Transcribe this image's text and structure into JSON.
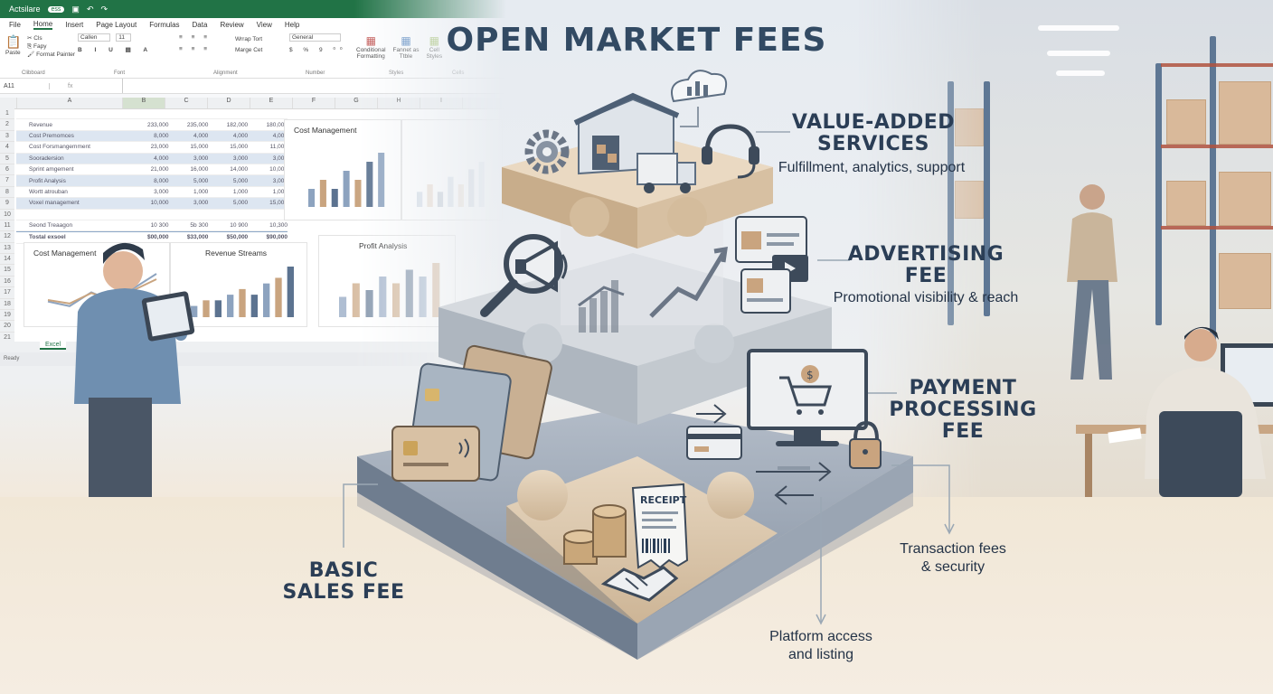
{
  "title": "OPEN MARKET FEES",
  "fees": [
    {
      "id": "value-added",
      "title": "VALUE-ADDED\nSERVICES",
      "desc": "Fulfillment, analytics, support"
    },
    {
      "id": "advertising",
      "title": "ADVERTISING\nFEE",
      "desc": "Promotional visibility & reach"
    },
    {
      "id": "payment",
      "title": "PAYMENT\nPROCESSING\nFEE",
      "desc": "Transaction fees\n& security"
    },
    {
      "id": "basic",
      "title": "BASIC\nSALES FEE",
      "desc": "Platform access\nand listing"
    }
  ],
  "receipt_label": "RECEIPT",
  "excel": {
    "app_label": "Actsilare",
    "toggle": "ess",
    "tabs": [
      "File",
      "Home",
      "Insert",
      "Page Layout",
      "Formulas",
      "Data",
      "Review",
      "View",
      "Help"
    ],
    "active_tab": "Home",
    "ribbon": {
      "paste": "Paste",
      "cut": "Cls",
      "copy": "Fapy",
      "format_painter": "Format Painter",
      "clipboard": "Clibboard",
      "font_name": "Callen",
      "font_size": "11",
      "font": "Font",
      "wrap": "Wrrap Tort",
      "merge": "Marge Cet",
      "alignment": "Alignment",
      "number_format": "General",
      "number": "Number",
      "conditional": "Conditional\nFormatting",
      "table": "Fannet as\nTtble",
      "cell": "Cell\nStyles",
      "styles": "Styles",
      "cells": "Cells"
    },
    "name_box": "A11",
    "fx": "fx",
    "columns": [
      "A",
      "B",
      "C",
      "D",
      "E",
      "F",
      "G",
      "H",
      "I"
    ],
    "rows": [
      "1",
      "2",
      "3",
      "4",
      "5",
      "6",
      "7",
      "8",
      "9",
      "10",
      "11",
      "12",
      "13",
      "14",
      "15",
      "16",
      "17",
      "18",
      "19",
      "20",
      "21"
    ],
    "table": [
      {
        "label": "Revenue",
        "vals": [
          "233,000",
          "235,000",
          "182,000",
          "180,000"
        ]
      },
      {
        "label": "Cost Premomces",
        "vals": [
          "8,000",
          "4,000",
          "4,000",
          "4,000"
        ]
      },
      {
        "label": "Cost Forsmangemment",
        "vals": [
          "23,000",
          "15,000",
          "15,000",
          "11,000"
        ]
      },
      {
        "label": "Sooradersion",
        "vals": [
          "4,000",
          "3,000",
          "3,000",
          "3,000"
        ]
      },
      {
        "label": "Sprint amgement",
        "vals": [
          "21,000",
          "16,000",
          "14,000",
          "10,000"
        ]
      },
      {
        "label": "Profit Analysis",
        "vals": [
          "8,000",
          "5,000",
          "5,000",
          "3,000"
        ]
      },
      {
        "label": "Wortt atrouban",
        "vals": [
          "3,000",
          "1,000",
          "1,000",
          "1,000"
        ]
      },
      {
        "label": "Voxel management",
        "vals": [
          "10,000",
          "3,000",
          "5,000",
          "15,000"
        ]
      },
      {
        "label": "",
        "vals": [
          "",
          "",
          "",
          ""
        ]
      },
      {
        "label": "Seond Treaagon",
        "vals": [
          "10 300",
          "5b 300",
          "10 900",
          "10,300"
        ]
      },
      {
        "label": "Tostal exsoel",
        "vals": [
          "$00,000",
          "$33,000",
          "$50,000",
          "$90,000"
        ]
      }
    ],
    "charts": [
      {
        "title": "Cost Management",
        "values": [
          3,
          2,
          5,
          3,
          6,
          9
        ]
      },
      {
        "title": "Revenue Streams",
        "values": [
          2,
          3,
          3,
          4,
          5,
          4,
          6,
          7,
          9
        ]
      },
      {
        "title": "Cost Management",
        "values": [
          2,
          3,
          2,
          4,
          3,
          5,
          6
        ]
      },
      {
        "title": "Profit Analysis",
        "values": [
          3,
          5,
          4,
          6,
          5,
          7,
          6,
          8
        ]
      }
    ],
    "sheet_tab": "Excel",
    "status": "Ready"
  },
  "colors": {
    "title": "#324a63",
    "tan": "#dccab3",
    "slate": "#9aa5b3",
    "glass": "#c7ccd1"
  }
}
